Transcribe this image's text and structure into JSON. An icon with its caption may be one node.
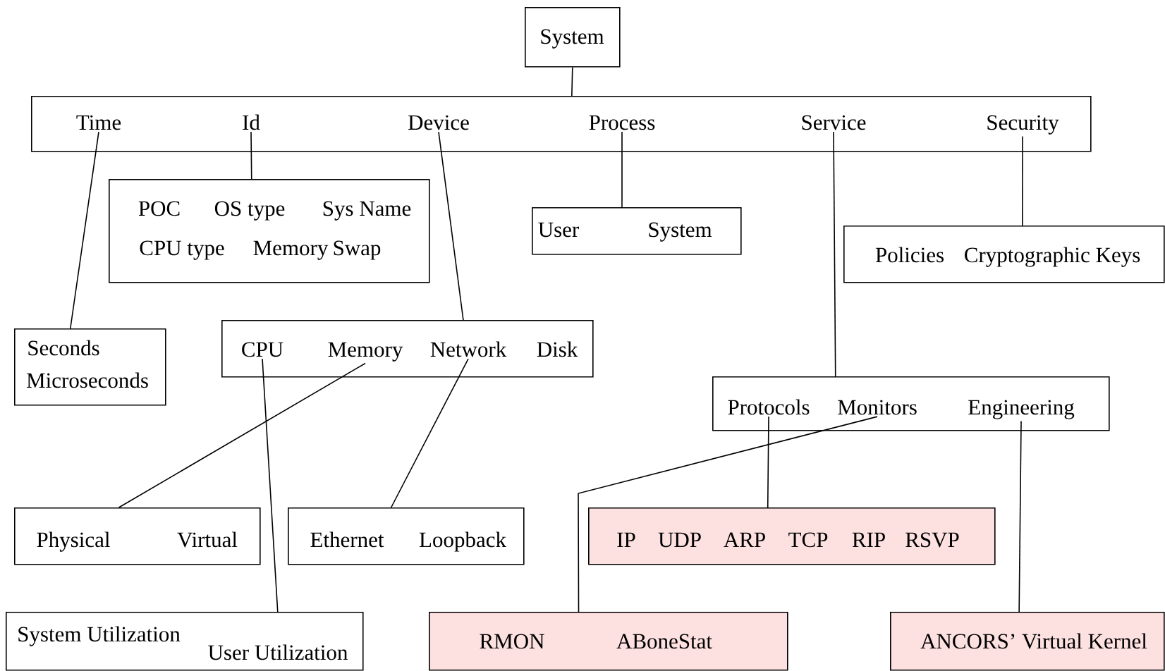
{
  "diagram": {
    "nodes": [
      {
        "text": [
          "System"
        ]
      },
      {
        "text": [],
        "shape": "box"
      },
      {
        "text": [
          "Time"
        ],
        "in": 1
      },
      {
        "text": [
          "Id"
        ],
        "in": 1
      },
      {
        "text": [
          "Device"
        ],
        "in": 1
      },
      {
        "text": [
          "Process"
        ],
        "in": 1
      },
      {
        "text": [
          "Service"
        ],
        "in": 1
      },
      {
        "text": [
          "Security"
        ],
        "in": 1
      },
      {
        "text": [
          "POC",
          "OS type",
          "Sys Name",
          "CPU type",
          "Memory",
          "Swap"
        ]
      },
      {
        "text": [
          "User",
          "System"
        ]
      },
      {
        "text": [
          "Policies",
          "Cryptographic Keys"
        ]
      },
      {
        "text": [
          "Seconds",
          "Microseconds"
        ]
      },
      {
        "text": [],
        "shape": "box"
      },
      {
        "text": [
          "CPU"
        ],
        "in": 12
      },
      {
        "text": [
          "Memory"
        ],
        "in": 12
      },
      {
        "text": [
          "Network"
        ],
        "in": 12
      },
      {
        "text": [
          "Disk"
        ],
        "in": 12
      },
      {
        "text": [],
        "shape": "box"
      },
      {
        "text": [
          "Protocols"
        ],
        "in": 17
      },
      {
        "text": [
          "Monitors"
        ],
        "in": 17
      },
      {
        "text": [
          "Engineering"
        ],
        "in": 17
      },
      {
        "text": [
          "Physical",
          "Virtual"
        ]
      },
      {
        "text": [
          "Ethernet",
          "Loopback"
        ]
      },
      {
        "text": [
          "IP",
          "UDP",
          "ARP",
          "TCP",
          "RIP",
          "RSVP"
        ]
      },
      {
        "text": [
          "System Utilization",
          "User Utilization"
        ]
      },
      {
        "text": [
          "RMON",
          "ABoneStat"
        ]
      },
      {
        "text": [
          "ANCORS’ Virtual Kernel"
        ]
      }
    ],
    "edges": [
      {
        "from": 0,
        "to": 1,
        "arrow": "none"
      },
      {
        "from": 2,
        "to": 11,
        "arrow": "none"
      },
      {
        "from": 3,
        "to": 8,
        "arrow": "none"
      },
      {
        "from": 4,
        "to": 12,
        "arrow": "none"
      },
      {
        "from": 5,
        "to": 9,
        "arrow": "none"
      },
      {
        "from": 6,
        "to": 17,
        "arrow": "none"
      },
      {
        "from": 7,
        "to": 10,
        "arrow": "none"
      },
      {
        "from": 13,
        "to": 24,
        "arrow": "none"
      },
      {
        "from": 14,
        "to": 21,
        "arrow": "none"
      },
      {
        "from": 15,
        "to": 22,
        "arrow": "none"
      },
      {
        "from": 18,
        "to": 23,
        "arrow": "none"
      },
      {
        "from": 19,
        "to": 25,
        "arrow": "none"
      },
      {
        "from": 20,
        "to": 26,
        "arrow": "none"
      }
    ]
  }
}
